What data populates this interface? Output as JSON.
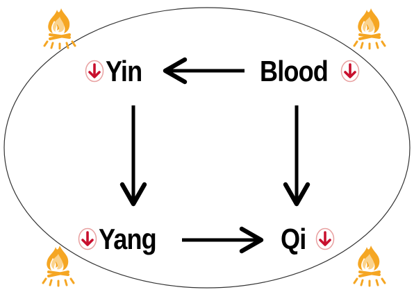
{
  "diagram": {
    "nodes": {
      "yin": {
        "label": "Yin",
        "status_icon": "red-down-arrow-icon"
      },
      "blood": {
        "label": "Blood",
        "status_icon": "red-down-arrow-icon"
      },
      "yang": {
        "label": "Yang",
        "status_icon": "red-down-arrow-icon"
      },
      "qi": {
        "label": "Qi",
        "status_icon": "red-down-arrow-icon"
      }
    },
    "edges": [
      {
        "from": "Blood",
        "to": "Yin"
      },
      {
        "from": "Yin",
        "to": "Yang"
      },
      {
        "from": "Blood",
        "to": "Qi"
      },
      {
        "from": "Yang",
        "to": "Qi"
      }
    ],
    "decorations": {
      "corner_icon": "flame-icon",
      "count": 4
    }
  },
  "colors": {
    "down_arrow": "#c8102e",
    "badge_ring": "#e8a0a0",
    "flame_outer": "#f5a623",
    "flame_inner": "#fbd38d",
    "ellipse_stroke": "#333333",
    "text": "#000000"
  }
}
